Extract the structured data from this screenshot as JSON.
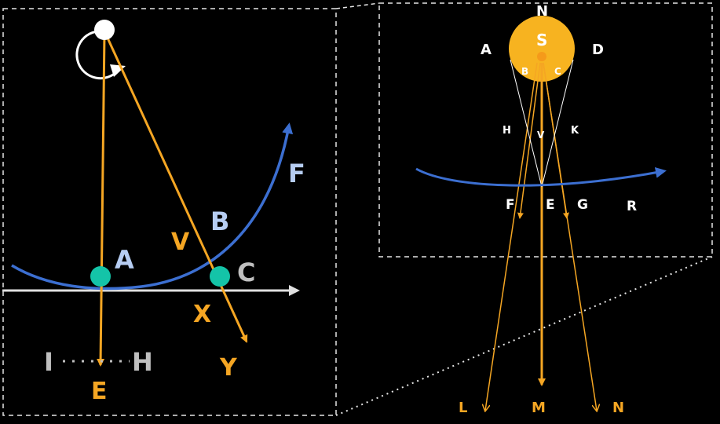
{
  "colors": {
    "background": "#000000",
    "orange": "#f5a623",
    "blue": "#3c6fd1",
    "teal": "#14c4a8",
    "sun": "#f7b320",
    "light_blue_text": "#b6cdf2",
    "gray": "#bfbfbf",
    "white": "#ffffff",
    "dashed_frame": "#e6e6e6"
  },
  "left_panel": {
    "labels": {
      "A": "A",
      "B": "B",
      "C": "C",
      "E": "E",
      "F": "F",
      "H": "H",
      "I": "I",
      "V": "V",
      "X": "X",
      "Y": "Y"
    }
  },
  "right_panel": {
    "labels": {
      "S": "S",
      "N_top": "N",
      "A": "A",
      "D": "D",
      "B": "B",
      "C": "C",
      "H": "H",
      "K": "K",
      "V": "V",
      "F": "F",
      "E": "E",
      "G": "G",
      "R": "R",
      "L": "L",
      "M": "M",
      "N_bottom": "N"
    }
  },
  "icons": {
    "rotation": "circular-rotation-arrow-icon",
    "sun": "sun-disc-icon"
  }
}
